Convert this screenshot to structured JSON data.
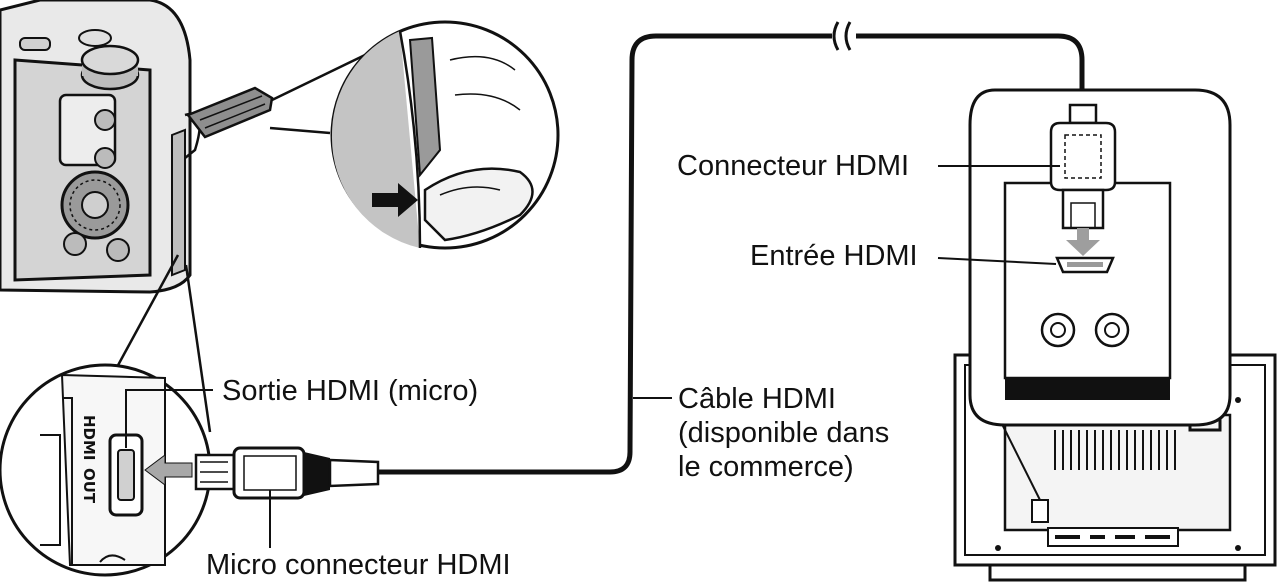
{
  "labels": {
    "connecteur_hdmi": "Connecteur HDMI",
    "entree_hdmi": "Entrée HDMI",
    "sortie_hdmi_micro": "Sortie HDMI (micro)",
    "cable_hdmi_line1": "Câble HDMI",
    "cable_hdmi_line2": "(disponible dans",
    "cable_hdmi_line3": "le commerce)",
    "micro_connecteur_hdmi": "Micro connecteur HDMI",
    "port_marking_hdmi": "HDMI",
    "port_marking_out": "OUT"
  },
  "colors": {
    "line": "#111111",
    "body_gray": "#c9c9c9",
    "detail_gray": "#8d8d8d",
    "arrow_gray": "#a9a9a9",
    "background": "#ffffff"
  }
}
